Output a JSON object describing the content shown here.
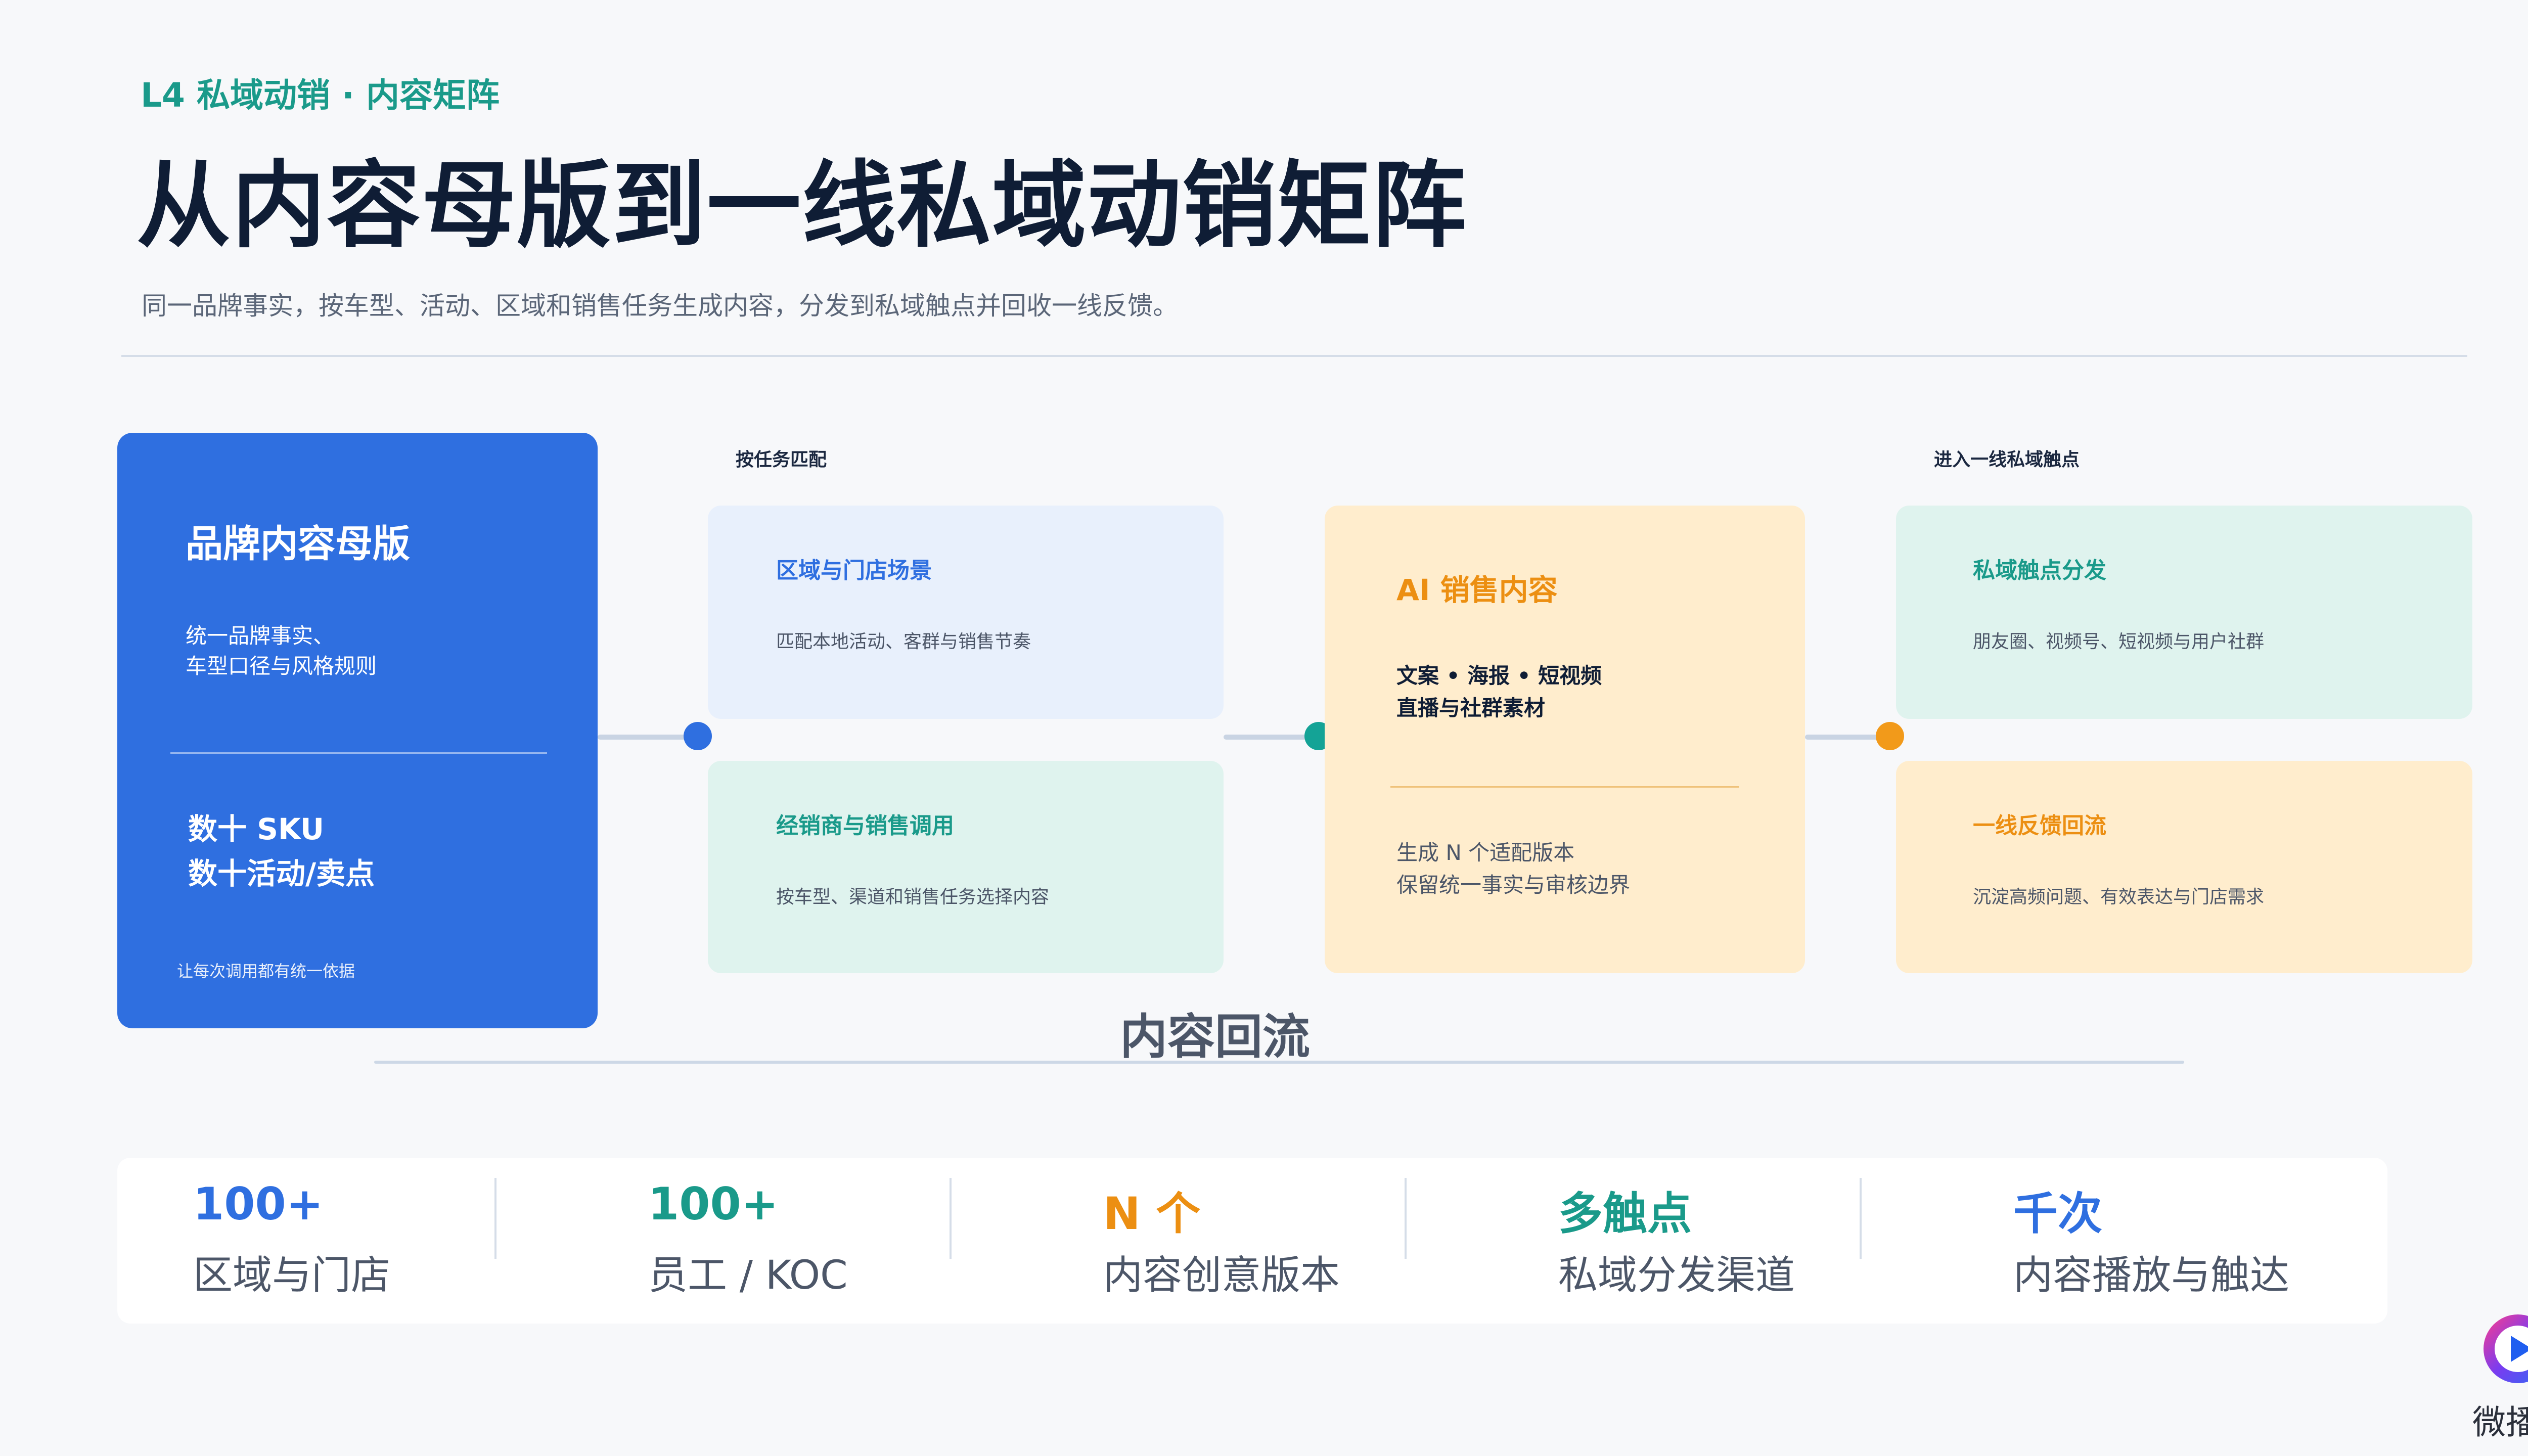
{
  "header": {
    "eyebrow": "L4 私域动销 · 内容矩阵",
    "title": "从内容母版到一线私域动销矩阵",
    "subtitle": "同一品牌事实，按车型、活动、区域和销售任务生成内容，分发到私域触点并回收一线反馈。"
  },
  "flow": {
    "step_label_1": "按任务匹配",
    "step_label_2": "进入一线私域触点",
    "brand_card": {
      "title": "品牌内容母版",
      "desc_line1": "统一品牌事实、",
      "desc_line2": "车型口径与风格规则",
      "big_line1": "数十 SKU",
      "big_line2": "数十活动/卖点",
      "note": "让每次调用都有统一依据"
    },
    "match_cards": [
      {
        "title": "区域与门店场景",
        "desc": "匹配本地活动、客群与销售节奏"
      },
      {
        "title": "经销商与销售调用",
        "desc": "按车型、渠道和销售任务选择内容"
      }
    ],
    "ai_card": {
      "title": "AI 销售内容",
      "formats_line1": "文案 • 海报 • 短视频",
      "formats_line2": "直播与社群素材",
      "desc_line1": "生成 N 个适配版本",
      "desc_line2": "保留统一事实与审核边界"
    },
    "touch_cards": [
      {
        "title": "私域触点分发",
        "desc": "朋友圈、视频号、短视频与用户社群"
      },
      {
        "title": "一线反馈回流",
        "desc": "沉淀高频问题、有效表达与门店需求"
      }
    ],
    "loop_label": "内容回流"
  },
  "stats": [
    {
      "value": "100+",
      "label": "区域与门店",
      "color": "#2f6fe0"
    },
    {
      "value": "100+",
      "label": "员工 / KOC",
      "color": "#1a9a8a"
    },
    {
      "value": "N 个",
      "label": "内容创意版本",
      "color": "#ec8f12"
    },
    {
      "value": "多触点",
      "label": "私域分发渠道",
      "color": "#1a9a8a"
    },
    {
      "value": "千次",
      "label": "内容播放与触达",
      "color": "#2f6fe0"
    }
  ],
  "logo": {
    "text": "微播易"
  },
  "colors": {
    "blue": "#2f6fe0",
    "teal": "#1a9a8a",
    "orange": "#ec8f12",
    "dark": "#0f1d35",
    "blue_light": "#e8f0fc",
    "teal_light": "#dff3ee",
    "orange_light": "#ffedcd"
  }
}
